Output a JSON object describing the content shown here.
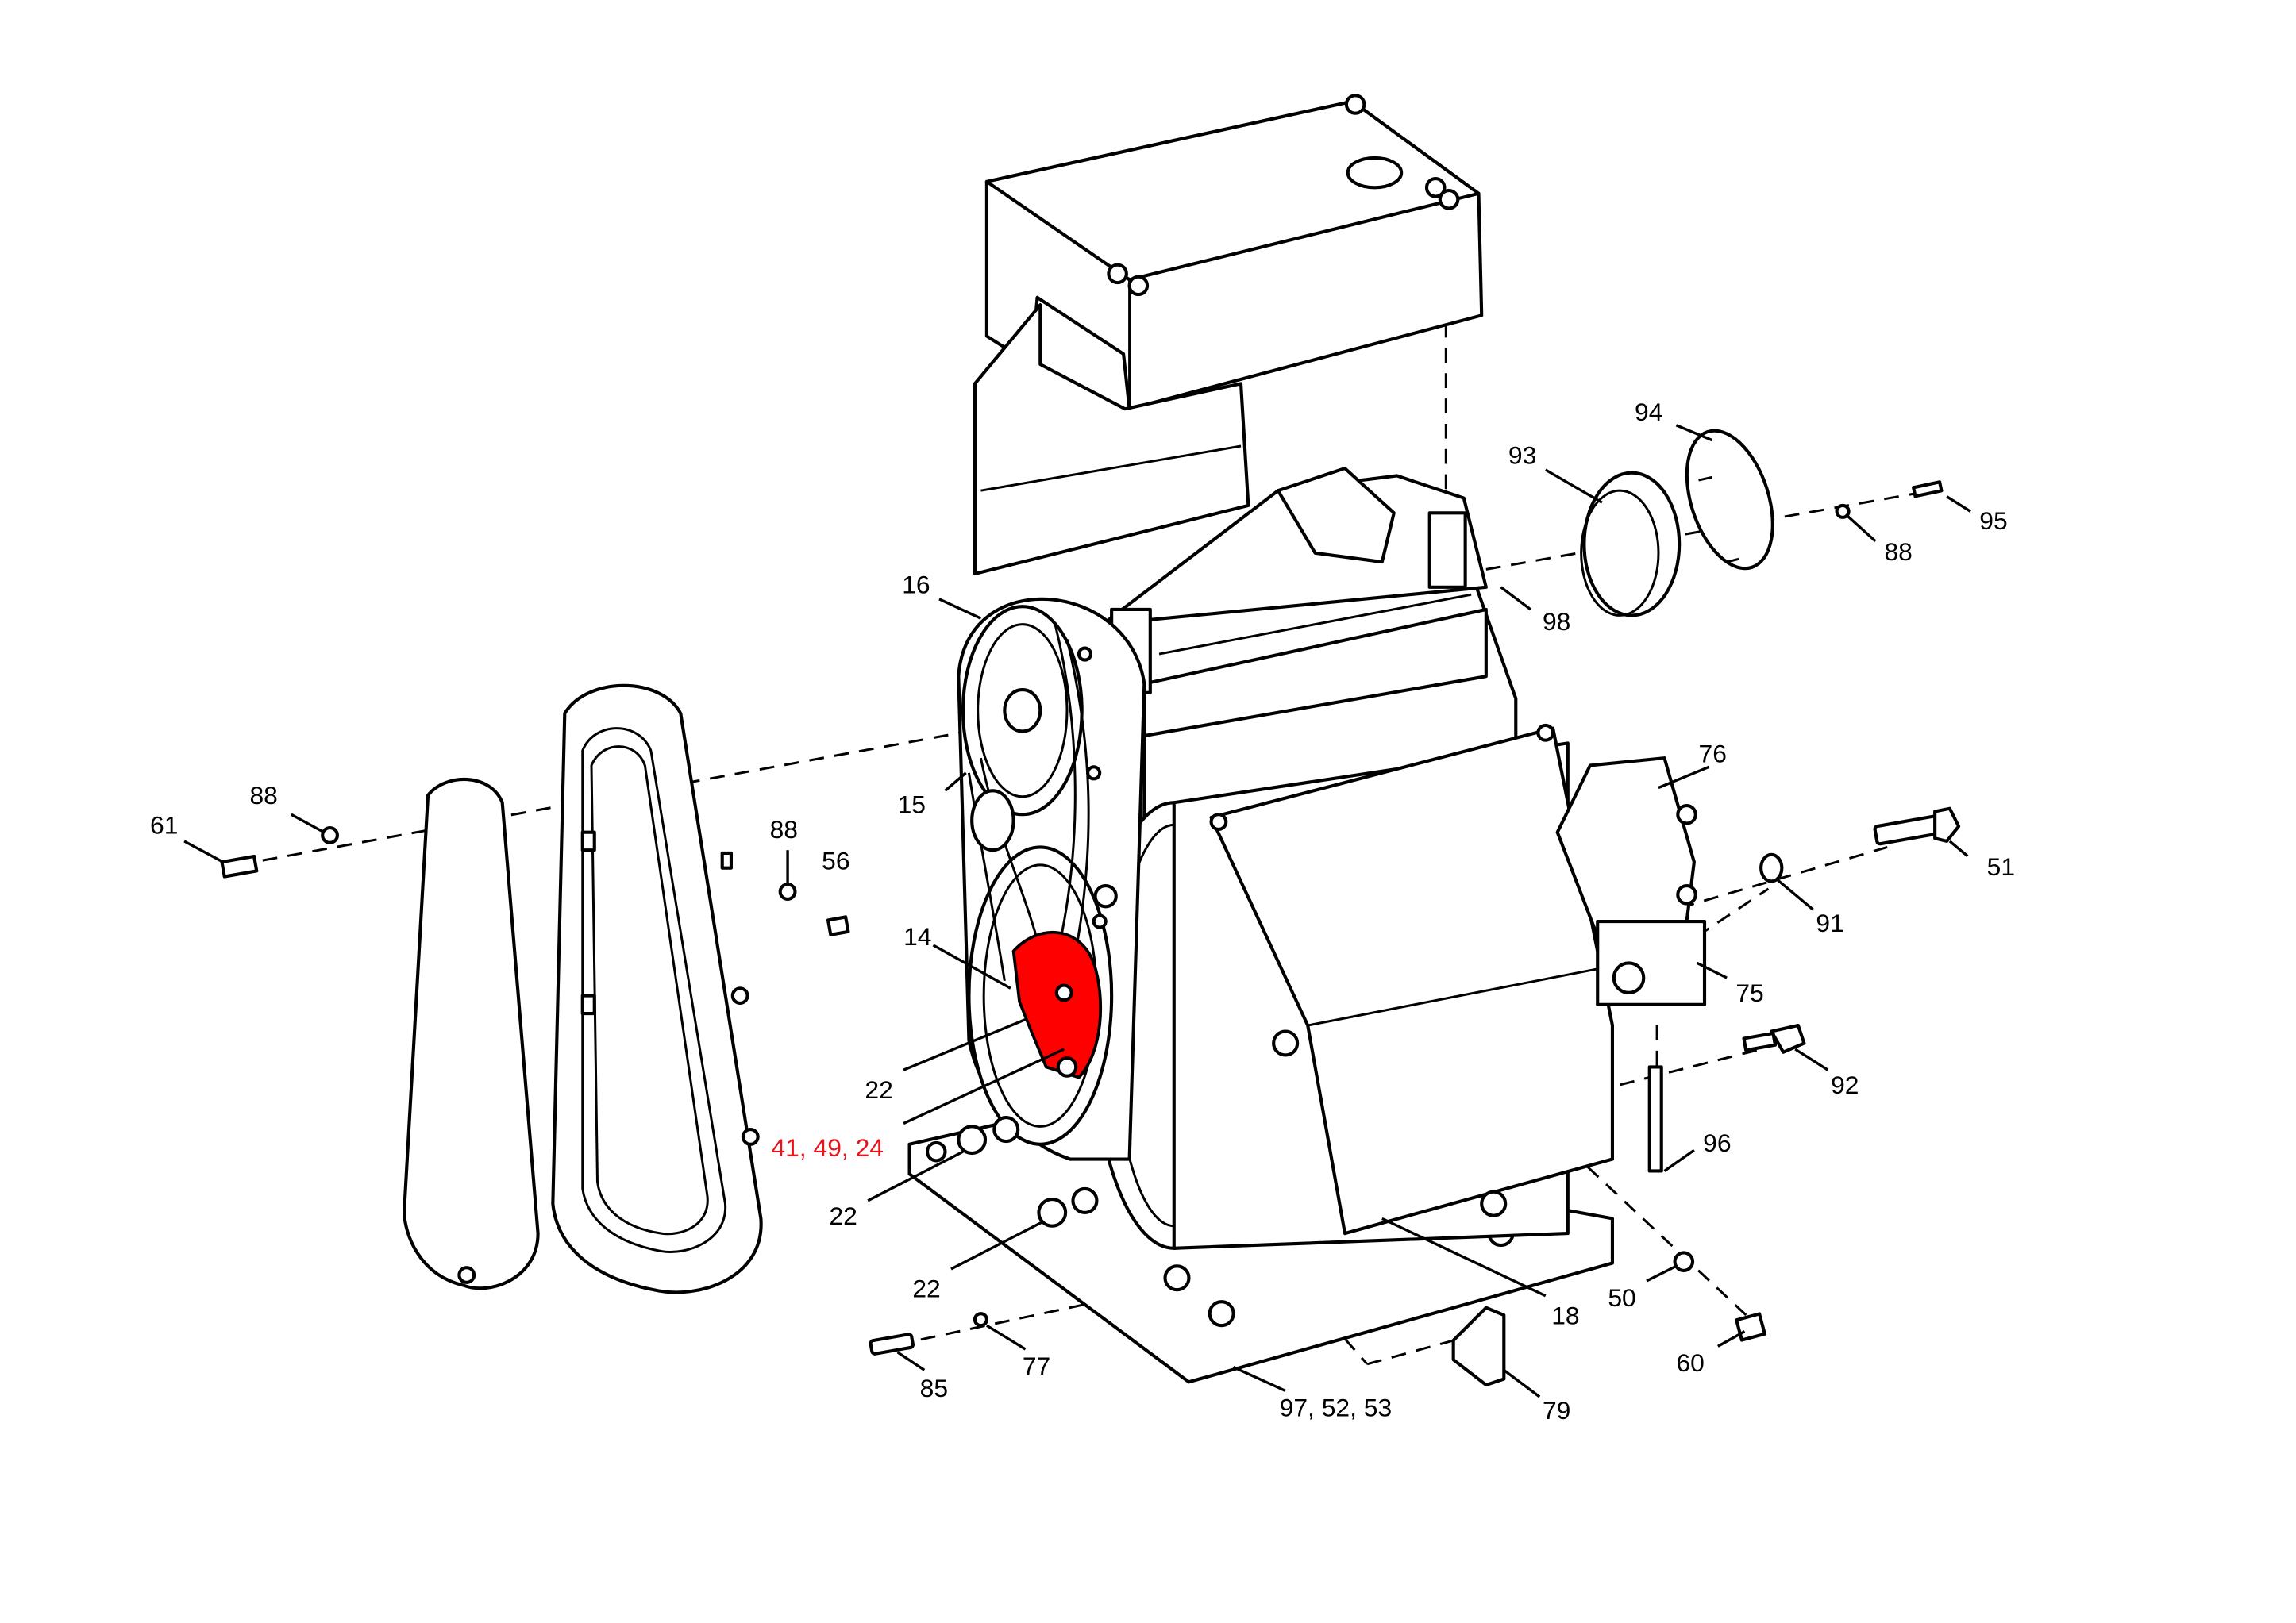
{
  "accent_color": "#e8141c",
  "highlighted_part_color": "#ff0000",
  "callouts": [
    {
      "id": "c94",
      "text": "94"
    },
    {
      "id": "c93",
      "text": "93"
    },
    {
      "id": "c95",
      "text": "95"
    },
    {
      "id": "c88a",
      "text": "88"
    },
    {
      "id": "c98",
      "text": "98"
    },
    {
      "id": "c16",
      "text": "16"
    },
    {
      "id": "c76",
      "text": "76"
    },
    {
      "id": "c15",
      "text": "15"
    },
    {
      "id": "c61",
      "text": "61"
    },
    {
      "id": "c88b",
      "text": "88"
    },
    {
      "id": "c88c",
      "text": "88"
    },
    {
      "id": "c56",
      "text": "56"
    },
    {
      "id": "c51",
      "text": "51"
    },
    {
      "id": "c91",
      "text": "91"
    },
    {
      "id": "c14",
      "text": "14"
    },
    {
      "id": "c75",
      "text": "75"
    },
    {
      "id": "c22a",
      "text": "22"
    },
    {
      "id": "c92",
      "text": "92"
    },
    {
      "id": "c41",
      "text": "41, 49, 24",
      "highlight": true
    },
    {
      "id": "c96",
      "text": "96"
    },
    {
      "id": "c22b",
      "text": "22"
    },
    {
      "id": "c22c",
      "text": "22"
    },
    {
      "id": "c50",
      "text": "50"
    },
    {
      "id": "c18",
      "text": "18"
    },
    {
      "id": "c60",
      "text": "60"
    },
    {
      "id": "c77",
      "text": "77"
    },
    {
      "id": "c85",
      "text": "85"
    },
    {
      "id": "c97",
      "text": "97, 52, 53"
    },
    {
      "id": "c79",
      "text": "79"
    }
  ]
}
